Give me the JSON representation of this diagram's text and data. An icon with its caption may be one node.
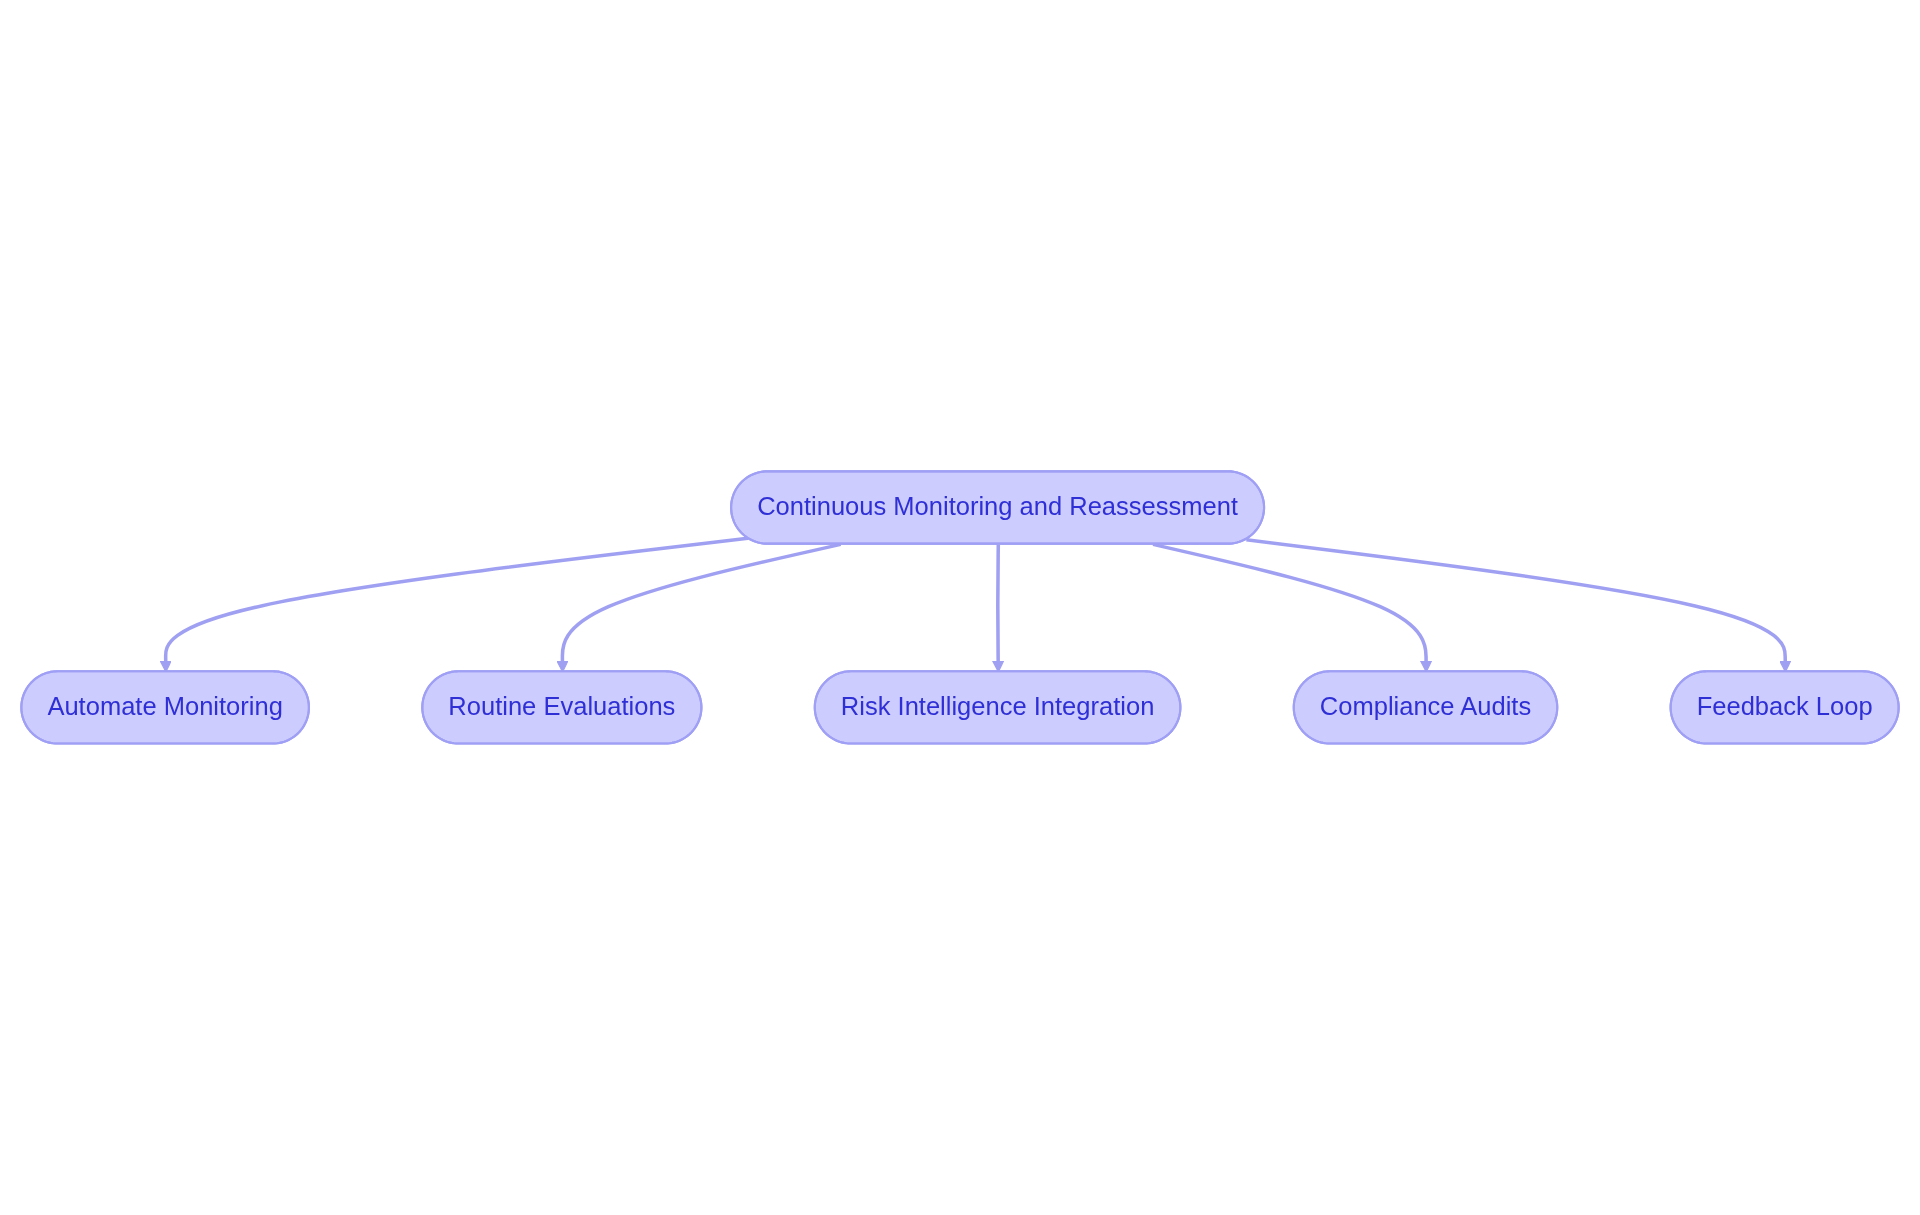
{
  "diagram": {
    "nodes": [
      {
        "text": [
          "Continuous Monitoring and Reassessment"
        ]
      },
      {
        "text": [
          "Automate Monitoring"
        ]
      },
      {
        "text": [
          "Routine Evaluations"
        ]
      },
      {
        "text": [
          "Risk Intelligence Integration"
        ]
      },
      {
        "text": [
          "Compliance Audits"
        ]
      },
      {
        "text": [
          "Feedback Loop"
        ]
      }
    ],
    "edges": [
      {
        "from": 0,
        "to": 1,
        "arrow": "to"
      },
      {
        "from": 0,
        "to": 2,
        "arrow": "to"
      },
      {
        "from": 0,
        "to": 3,
        "arrow": "to"
      },
      {
        "from": 0,
        "to": 4,
        "arrow": "to"
      },
      {
        "from": 0,
        "to": 5,
        "arrow": "to"
      }
    ]
  }
}
